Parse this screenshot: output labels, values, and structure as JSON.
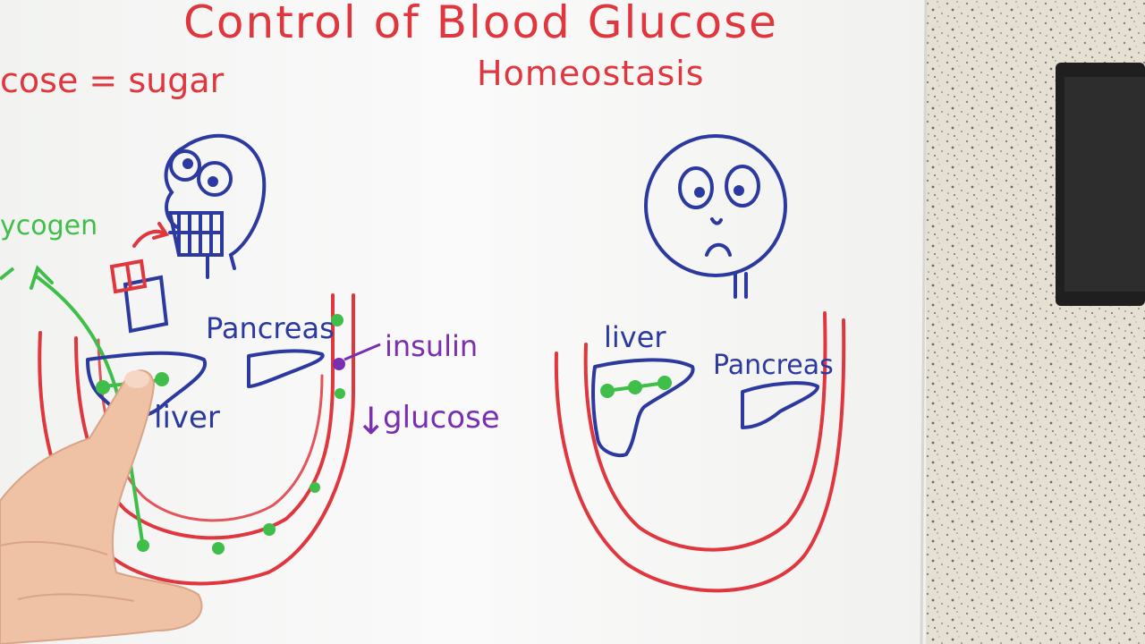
{
  "board": {
    "title": "Control of Blood Glucose",
    "subtitle": "Homeostasis",
    "note": "cose = sugar"
  },
  "left_scene": {
    "glycogen_label": "ycogen",
    "pancreas_label": "Pancreas",
    "liver_label": "liver",
    "insulin_label": "insulin",
    "glucose_label": "glucose",
    "glucose_arrow": "↓"
  },
  "right_scene": {
    "liver_label": "liver",
    "pancreas_label": "Pancreas"
  },
  "colors": {
    "red_marker": "#e0373f",
    "blue_marker": "#2c3aa0",
    "green_marker": "#3fbf4a",
    "purple_marker": "#7a2fb0",
    "board": "#f7f7f5",
    "wall": "#e9e4da",
    "skin": "#efc2a6"
  }
}
